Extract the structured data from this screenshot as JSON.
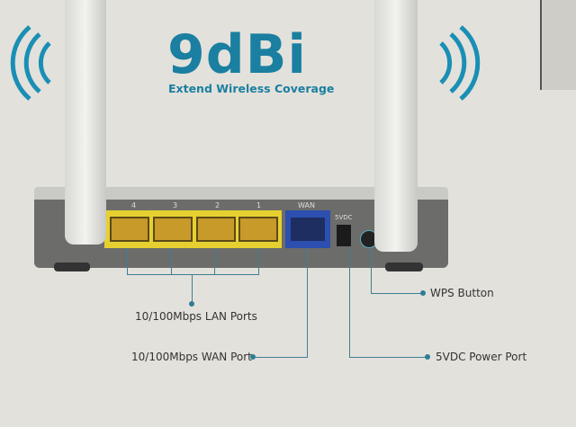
{
  "box": {
    "headline": "9dBi",
    "tagline": "Extend Wireless Coverage"
  },
  "router": {
    "port_numbers": [
      "4",
      "3",
      "2",
      "1"
    ],
    "wan_label": "WAN",
    "power_label": "5VDC"
  },
  "callouts": {
    "lan": "10/100Mbps LAN Ports",
    "wan": "10/100Mbps WAN Port",
    "wps": "WPS Button",
    "power": "5VDC Power Port"
  },
  "colors": {
    "brand": "#1a7fa0",
    "lan_ports": "#e8d230",
    "wan_port": "#2c4fb0",
    "router_body": "#6e6e6e"
  }
}
